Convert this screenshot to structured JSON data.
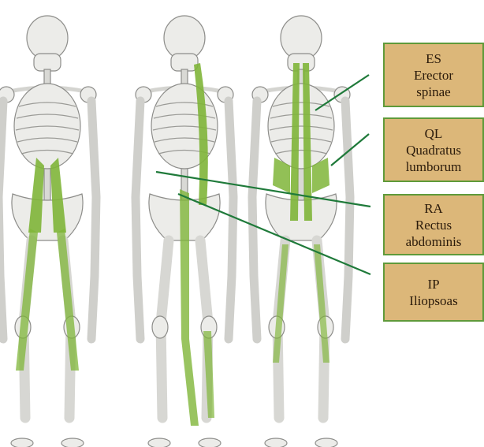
{
  "colors": {
    "label_bg": "#dcb779",
    "label_border": "#5f9a3a",
    "muscle_green": "#7fb538",
    "leader_line": "#1f7a3a",
    "bone": "#ecece9",
    "bone_outline": "#8d8d8a"
  },
  "figures": [
    {
      "view": "anterior"
    },
    {
      "view": "lateral"
    },
    {
      "view": "posterior"
    }
  ],
  "labels": [
    {
      "abbr": "ES",
      "name_line1": "Erector",
      "name_line2": "spinae"
    },
    {
      "abbr": "QL",
      "name_line1": "Quadratus",
      "name_line2": "lumborum"
    },
    {
      "abbr": "RA",
      "name_line1": "Rectus",
      "name_line2": "abdominis"
    },
    {
      "abbr": "IP",
      "name_line1": "Iliopsoas",
      "name_line2": ""
    }
  ]
}
